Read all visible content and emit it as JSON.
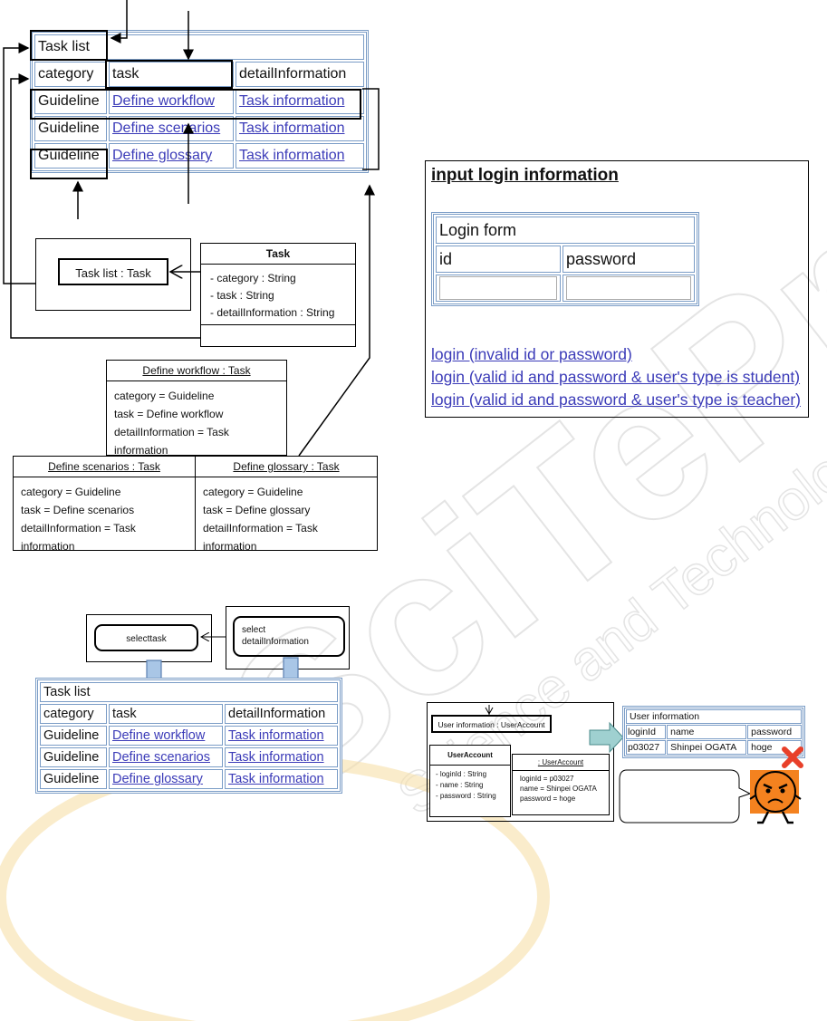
{
  "task_table": {
    "title": "Task list",
    "headers": [
      "category",
      "task",
      "detailInformation"
    ],
    "rows": [
      [
        "Guideline",
        "Define workflow",
        "Task information"
      ],
      [
        "Guideline",
        "Define scenarios",
        "Task information"
      ],
      [
        "Guideline",
        "Define glossary",
        "Task information"
      ]
    ]
  },
  "uml_model": {
    "tasklist_instance": "Task list : Task",
    "task_class": {
      "name": "Task",
      "attributes": [
        "- category : String",
        "- task : String",
        "- detailInformation : String"
      ]
    },
    "objects": [
      {
        "title": "Define workflow : Task",
        "lines": [
          "category = Guideline",
          "task = Define workflow",
          "detailInformation = Task information"
        ]
      },
      {
        "title": "Define scenarios : Task",
        "lines": [
          "category = Guideline",
          "task = Define scenarios",
          "detailInformation = Task information"
        ]
      },
      {
        "title": "Define glossary : Task",
        "lines": [
          "category = Guideline",
          "task = Define glossary",
          "detailInformation = Task information"
        ]
      }
    ]
  },
  "selection": {
    "select_task": "selecttask",
    "select_detail_line1": "select",
    "select_detail_line2": "detailInformation"
  },
  "login_page": {
    "heading": "input login information",
    "form_title": "Login form",
    "id_label": "id",
    "password_label": "password",
    "links": [
      "login (invalid id or password)",
      "login (valid id and password & user's type is student)",
      "login (valid id and password & user's type is teacher)"
    ]
  },
  "user_model": {
    "instance": "User information : UserAccount",
    "class_name": "UserAccount",
    "attributes": [
      "- loginId : String",
      "- name : String",
      "- password : String"
    ],
    "object_title": ": UserAccount",
    "object_lines": [
      "loginId = p03027",
      "name = Shinpei OGATA",
      "password = hoge"
    ]
  },
  "user_table": {
    "title": "User information",
    "headers": [
      "loginId",
      "name",
      "password"
    ],
    "row": [
      "p03027",
      "Shinpei OGATA",
      "hoge"
    ]
  },
  "watermark": {
    "text1": "SciTePress",
    "text2": "Science and Technology Publications"
  }
}
